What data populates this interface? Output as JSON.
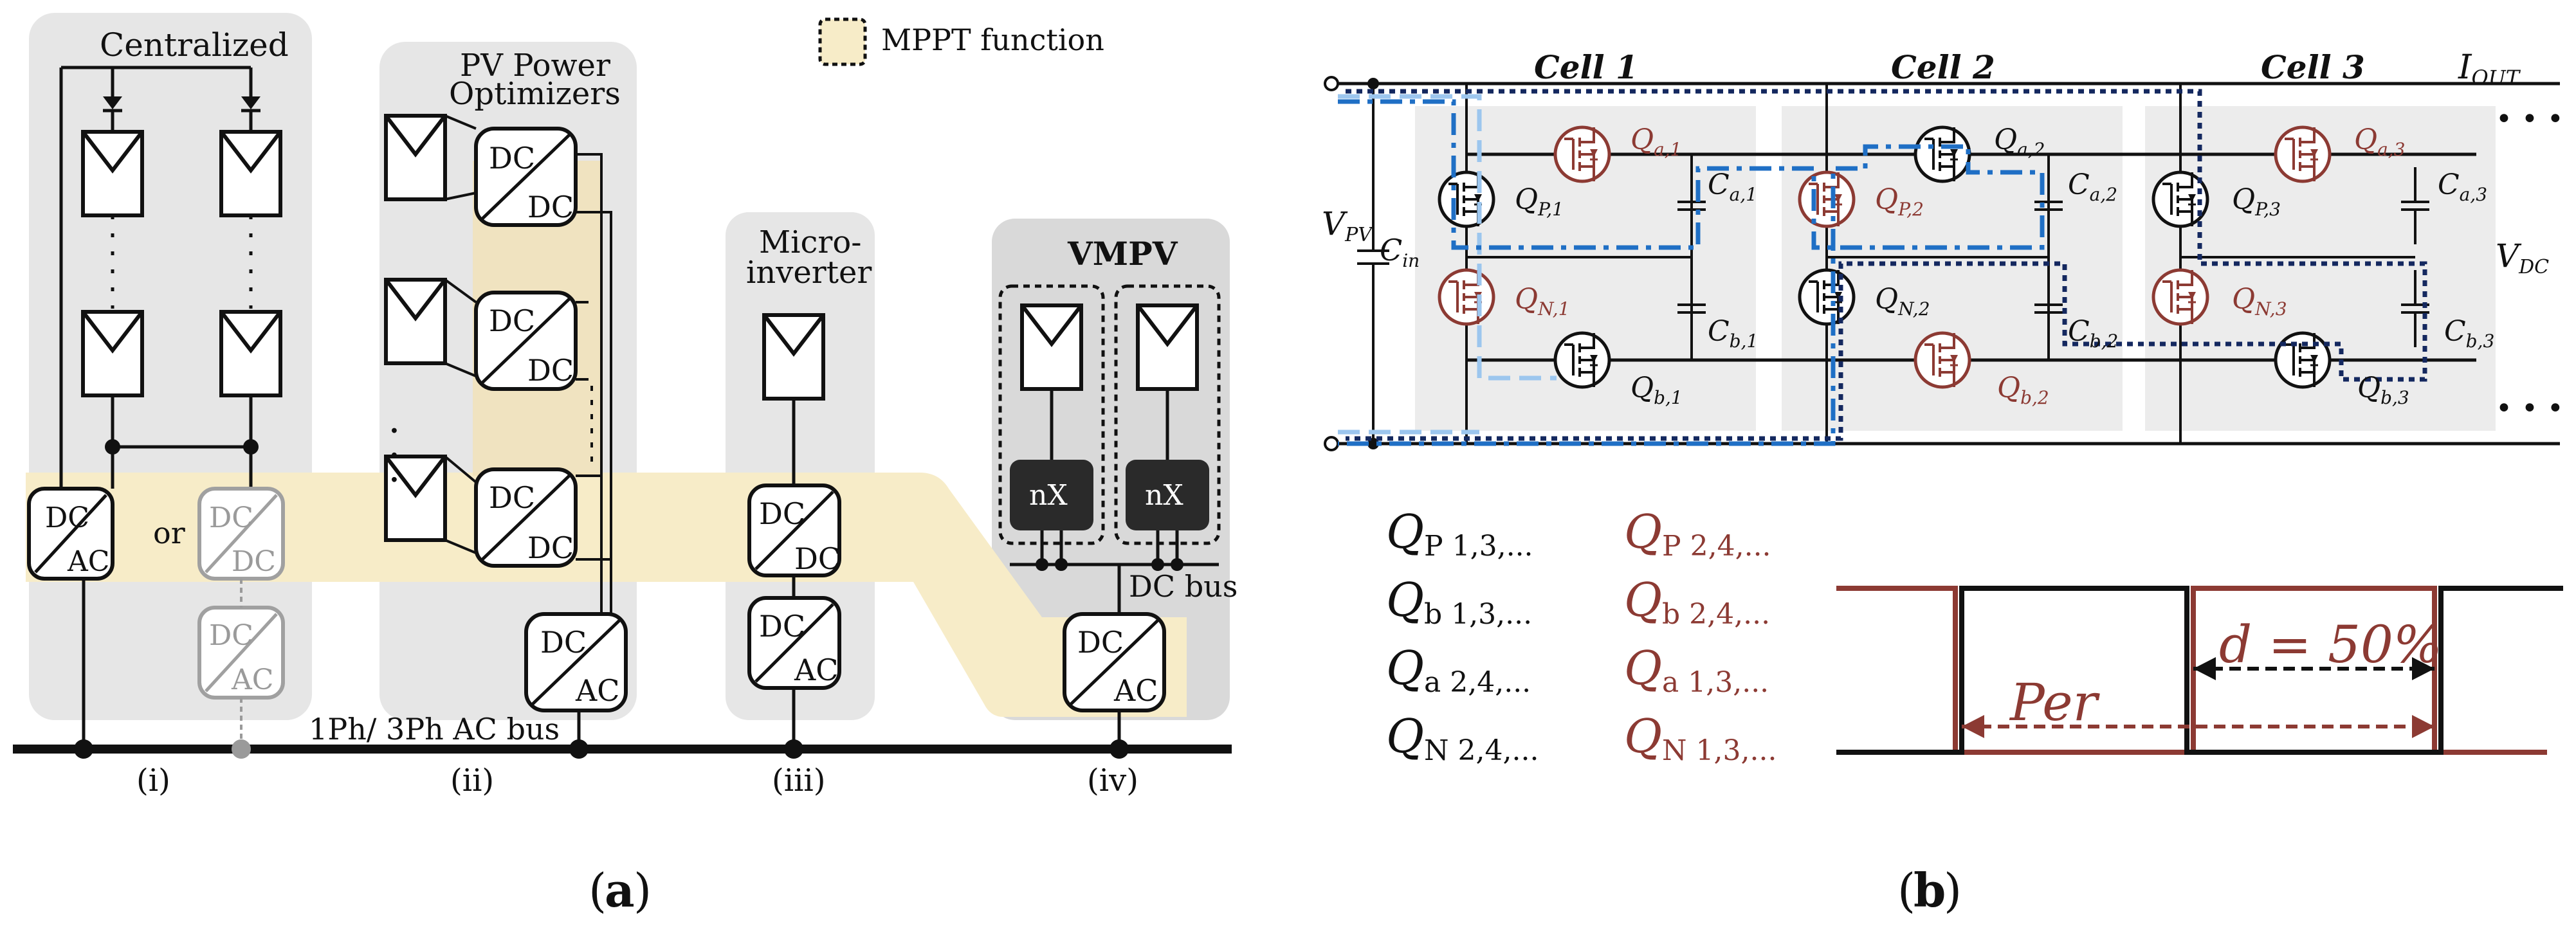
{
  "legend": {
    "mppt_label": "MPPT function"
  },
  "panel_a": {
    "caption_letter": "a",
    "sections": {
      "centralized": "Centralized",
      "optimizers_l1": "PV Power",
      "optimizers_l2": "Optimizers",
      "micro_l1": "Micro-",
      "micro_l2": "inverter",
      "vmpv": "VMPV"
    },
    "conv": {
      "dc": "DC",
      "ac": "AC"
    },
    "or_label": "or",
    "nx": "nX",
    "dc_bus": "DC bus",
    "ac_bus": "1Ph/ 3Ph AC bus",
    "romans": [
      "(i)",
      "(ii)",
      "(iii)",
      "(iv)"
    ]
  },
  "panel_b": {
    "caption_letter": "b",
    "cells": [
      "Cell 1",
      "Cell 2",
      "Cell 3"
    ],
    "i_out": "I",
    "i_out_sub": "OUT",
    "v_pv": "V",
    "v_pv_sub": "PV",
    "v_dc": "V",
    "v_dc_sub": "DC",
    "c_in": "C",
    "c_in_sub": "in",
    "transistors": {
      "qa1": [
        "Q",
        "a,1"
      ],
      "qp1": [
        "Q",
        "P,1"
      ],
      "qn1": [
        "Q",
        "N,1"
      ],
      "qb1": [
        "Q",
        "b,1"
      ],
      "qa2": [
        "Q",
        "a,2"
      ],
      "qp2": [
        "Q",
        "P,2"
      ],
      "qn2": [
        "Q",
        "N,2"
      ],
      "qb2": [
        "Q",
        "b,2"
      ],
      "qa3": [
        "Q",
        "a,3"
      ],
      "qp3": [
        "Q",
        "P,3"
      ],
      "qn3": [
        "Q",
        "N,3"
      ],
      "qb3": [
        "Q",
        "b,3"
      ]
    },
    "caps": {
      "ca1": [
        "C",
        "a,1"
      ],
      "cb1": [
        "C",
        "b,1"
      ],
      "ca2": [
        "C",
        "a,2"
      ],
      "cb2": [
        "C",
        "b,2"
      ],
      "ca3": [
        "C",
        "a,3"
      ],
      "cb3": [
        "C",
        "b,3"
      ]
    },
    "ellipsis": "• • •",
    "switch_groups": {
      "black": [
        [
          "Q",
          "P 1,3,..."
        ],
        [
          "Q",
          "b 1,3,..."
        ],
        [
          "Q",
          "a 2,4,..."
        ],
        [
          "Q",
          "N 2,4,..."
        ]
      ],
      "red": [
        [
          "Q",
          "P 2,4,..."
        ],
        [
          "Q",
          "b 2,4,..."
        ],
        [
          "Q",
          "a 1,3,..."
        ],
        [
          "Q",
          "N 1,3,..."
        ]
      ]
    },
    "timing": {
      "period_label": "Per",
      "duty_label": "d = 50%"
    }
  },
  "colors": {
    "mppt_fill": "#f7ecc8",
    "panel_bg": "#e6e6e6",
    "red": "#8c3a33",
    "blue_path": "#1f6fc5",
    "navy_path": "#14285f",
    "light_blue": "#9cc6ee"
  }
}
